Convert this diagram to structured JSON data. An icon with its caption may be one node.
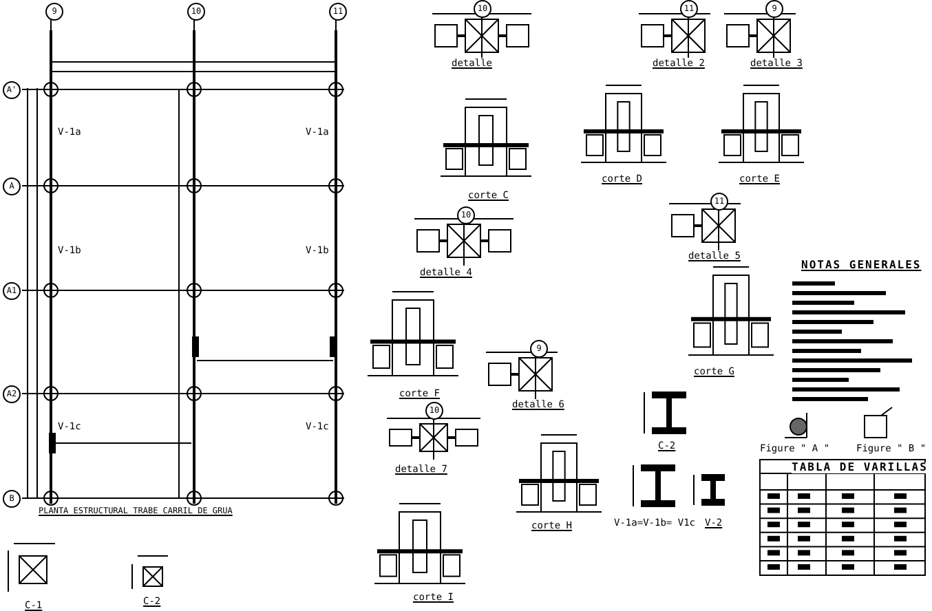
{
  "diagram": {
    "title": "PLANTA ESTRUCTURAL TRABE CARRIL DE GRUA",
    "labels": [
      "9",
      "10",
      "11",
      "A'",
      "A",
      "A1",
      "A2",
      "B",
      "V-1a",
      "V-1b",
      "V-1c",
      "V-1a",
      "V-1b",
      "V-1c",
      "C-1",
      "C-2",
      "10",
      "detalle",
      "11",
      "detalle 2",
      "9",
      "detalle 3",
      "corte C",
      "corte D",
      "corte E",
      "10",
      "detalle 4",
      "11",
      "detalle 5",
      "corte F",
      "9",
      "detalle 6",
      "corte G",
      "10",
      "detalle 7",
      "corte H",
      "C-2",
      "V-1a=V-1b= V1c",
      "V-2",
      "corte I",
      "NOTAS GENERALES",
      "Figure \" A \"",
      "Figure \" B \"",
      "TABLA DE VARILLAS"
    ]
  }
}
